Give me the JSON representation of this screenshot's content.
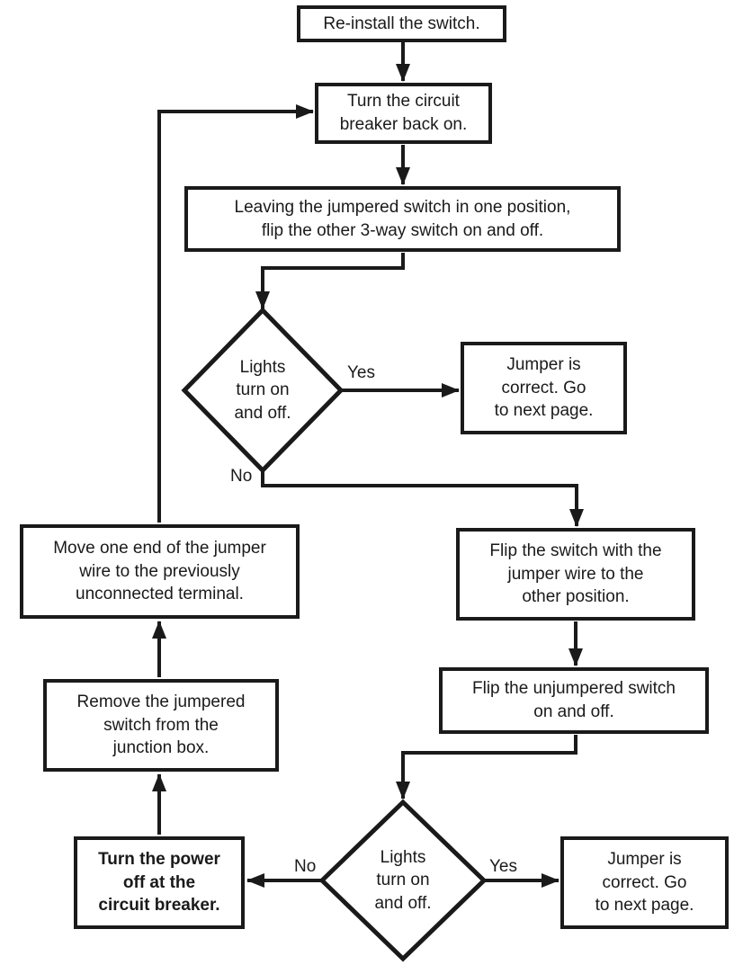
{
  "colors": {
    "ink": "#1a1a1a",
    "paper": "#ffffff"
  },
  "nodes": {
    "reinstall": {
      "label": "Re-install the switch."
    },
    "breaker_on": {
      "label": "Turn the circuit\nbreaker back on."
    },
    "leaving": {
      "label": "Leaving the jumpered switch in one position,\nflip the other 3-way switch on and off."
    },
    "decision1": {
      "label": "Lights\nturn on\nand off."
    },
    "jumper_correct_top": {
      "label": "Jumper is\ncorrect. Go\nto next page."
    },
    "move_end": {
      "label": "Move one end of the jumper\nwire to the previously\nunconnected terminal."
    },
    "flip_jumpered": {
      "label": "Flip the switch with the\njumper wire to the\nother position."
    },
    "flip_unjumpered": {
      "label": "Flip the unjumpered switch\non and off."
    },
    "remove_switch": {
      "label": "Remove the jumpered\nswitch from the\njunction box."
    },
    "power_off": {
      "label": "Turn the power\noff at the\ncircuit breaker."
    },
    "decision2": {
      "label": "Lights\nturn on\nand off."
    },
    "jumper_correct_bottom": {
      "label": "Jumper is\ncorrect. Go\nto next page."
    }
  },
  "edge_labels": {
    "decision1_yes": "Yes",
    "decision1_no": "No",
    "decision2_yes": "Yes",
    "decision2_no": "No"
  }
}
